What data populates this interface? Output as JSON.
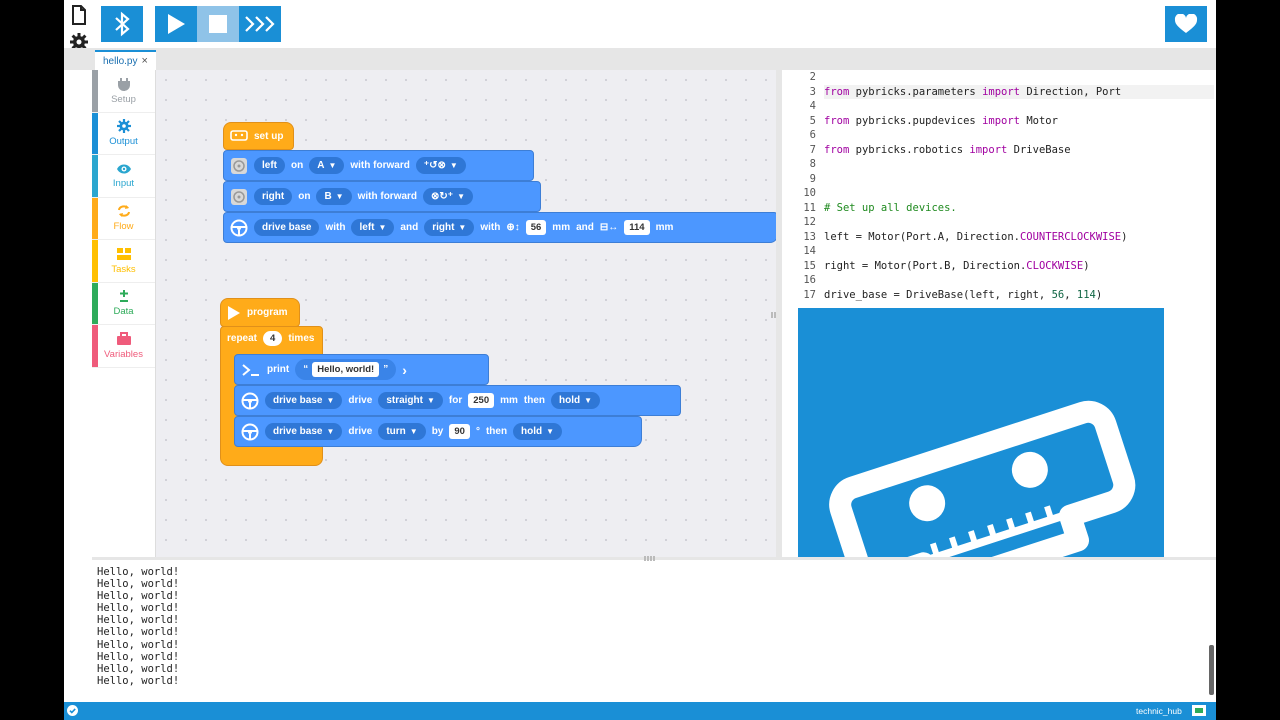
{
  "toolbar": {
    "buttons": [
      "bluetooth-button",
      "run-button",
      "stop-button",
      "repl-button"
    ]
  },
  "tab": {
    "label": "hello.py",
    "close": "×"
  },
  "toolbox": [
    {
      "label": "Setup",
      "color": "#9aa0a6"
    },
    {
      "label": "Output",
      "color": "#1a8fd6"
    },
    {
      "label": "Input",
      "color": "#2aa6cf"
    },
    {
      "label": "Flow",
      "color": "#ffab19"
    },
    {
      "label": "Tasks",
      "color": "#ffbf00"
    },
    {
      "label": "Data",
      "color": "#2eab5a"
    },
    {
      "label": "Variables",
      "color": "#ef5b7b"
    }
  ],
  "blocks": {
    "setup": "set up",
    "motor1": {
      "name": "left",
      "on": "on",
      "port": "A",
      "with": "with forward"
    },
    "motor2": {
      "name": "right",
      "on": "on",
      "port": "B",
      "with": "with forward"
    },
    "drivebase": {
      "label": "drive base",
      "with": "with",
      "left": "left",
      "and": "and",
      "right": "right",
      "with2": "with",
      "wheel": "56",
      "mm": "mm",
      "and2": "and",
      "axle": "114",
      "mm2": "mm"
    },
    "program": "program",
    "repeat": {
      "label": "repeat",
      "count": "4",
      "times": "times"
    },
    "print": {
      "label": "print",
      "open": "“",
      "text": "Hello, world!",
      "close": "”"
    },
    "straight": {
      "base": "drive base",
      "drive": "drive",
      "mode": "straight",
      "for": "for",
      "value": "250",
      "unit": "mm",
      "then": "then",
      "action": "hold"
    },
    "turn": {
      "base": "drive base",
      "drive": "drive",
      "mode": "turn",
      "by": "by",
      "value": "90",
      "unit": "°",
      "then": "then",
      "action": "hold"
    }
  },
  "editor": {
    "line_numbers": [
      "2",
      "3",
      "4",
      "5",
      "6",
      "7",
      "8",
      "9",
      "10",
      "11",
      "12",
      "13",
      "14",
      "15",
      "16",
      "17"
    ]
  },
  "terminal": {
    "lines": [
      "Hello, world!",
      "Hello, world!",
      "Hello, world!",
      "Hello, world!",
      "Hello, world!",
      "Hello, world!",
      "Hello, world!",
      "Hello, world!",
      "Hello, world!",
      "Hello, world!"
    ]
  },
  "status": {
    "hub": "technic_hub"
  },
  "colors": {
    "accent": "#1a8fd6",
    "block_blue": "#4c97ff",
    "block_orange": "#ffab19"
  }
}
